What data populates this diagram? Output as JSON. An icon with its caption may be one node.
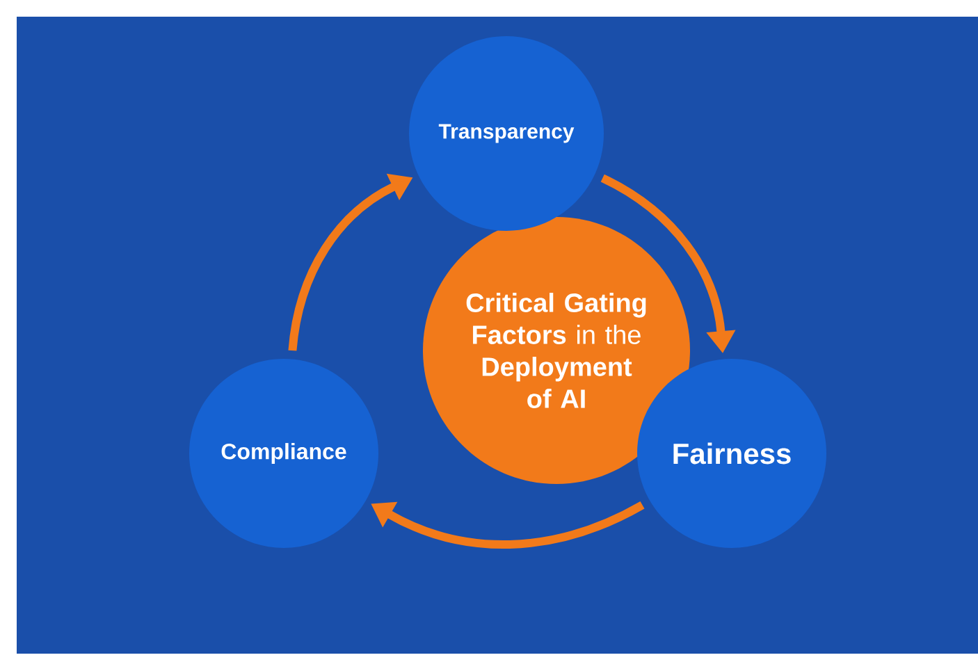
{
  "diagram": {
    "nodes": [
      {
        "text": [
          "Transparency"
        ]
      },
      {
        "text": [
          "**Critical Gating Factors** in the **Deployment of AI**"
        ]
      },
      {
        "text": [
          "Compliance"
        ]
      },
      {
        "text": [
          "Fairness"
        ]
      }
    ],
    "edges": [
      {
        "from": 0,
        "to": 3,
        "arrow": "to"
      },
      {
        "from": 3,
        "to": 2,
        "arrow": "to"
      },
      {
        "from": 2,
        "to": 0,
        "arrow": "to"
      }
    ]
  }
}
